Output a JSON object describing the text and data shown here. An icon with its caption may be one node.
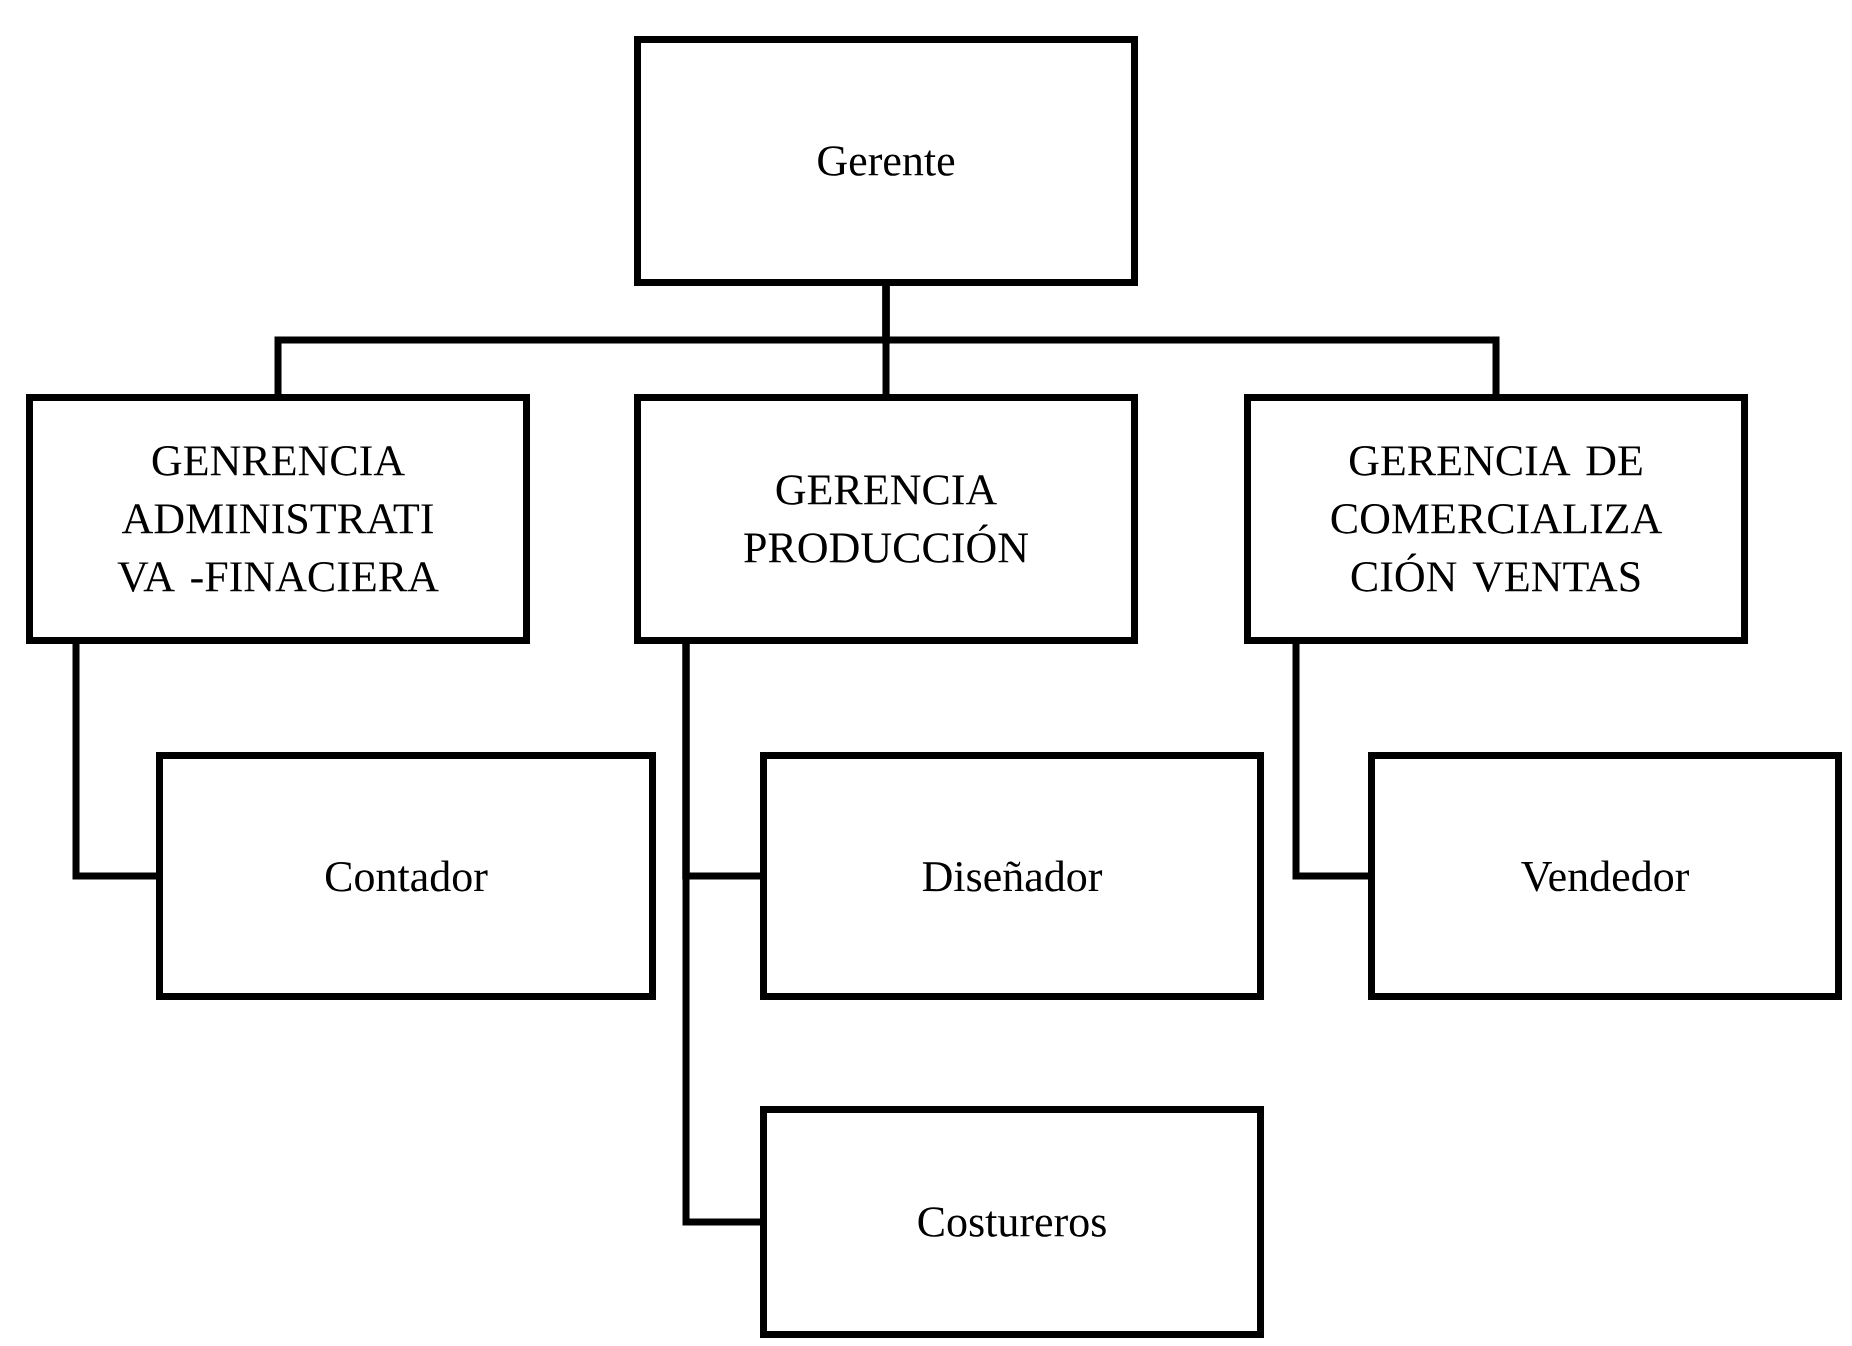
{
  "diagram": {
    "nodes": [
      {
        "text": [
          "Gerente"
        ]
      },
      {
        "text": [
          "GENRENCIA ADMINISTRATI VA -FINACIERA"
        ]
      },
      {
        "text": [
          "GERENCIA PRODUCCIÓN"
        ]
      },
      {
        "text": [
          "GERENCIA DE COMERCIALIZA CIÓN VENTAS"
        ]
      },
      {
        "text": [
          "Contador"
        ]
      },
      {
        "text": [
          "Diseñador"
        ]
      },
      {
        "text": [
          "Vendedor"
        ]
      },
      {
        "text": [
          "Costureros"
        ]
      }
    ],
    "edges": [
      {
        "from": 0,
        "to": 1,
        "arrow": "none"
      },
      {
        "from": 0,
        "to": 2,
        "arrow": "none"
      },
      {
        "from": 0,
        "to": 3,
        "arrow": "none"
      },
      {
        "from": 1,
        "to": 4,
        "arrow": "none"
      },
      {
        "from": 2,
        "to": 5,
        "arrow": "none"
      },
      {
        "from": 2,
        "to": 7,
        "arrow": "none"
      },
      {
        "from": 3,
        "to": 6,
        "arrow": "none"
      }
    ]
  }
}
